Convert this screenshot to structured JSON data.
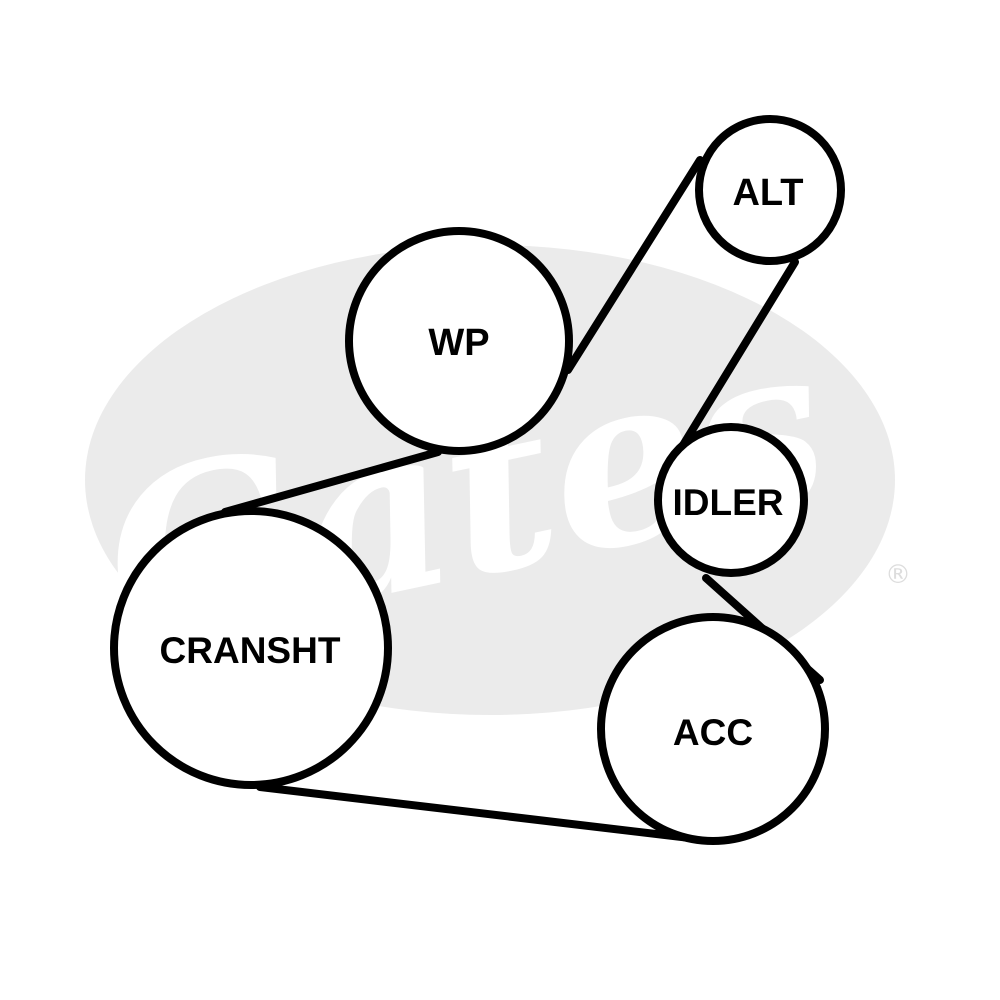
{
  "diagram": {
    "pulleys": [
      {
        "key": "alt",
        "label": "ALT"
      },
      {
        "key": "wp",
        "label": "WP"
      },
      {
        "key": "idler",
        "label": "IDLER"
      },
      {
        "key": "cransht",
        "label": "CRANSHT"
      },
      {
        "key": "acc",
        "label": "ACC"
      }
    ],
    "watermark": {
      "text": "Gates",
      "trademark": "®"
    },
    "colors": {
      "belt": "#000000",
      "pulley_fill": "#ffffff",
      "watermark": "#ebebeb"
    }
  }
}
